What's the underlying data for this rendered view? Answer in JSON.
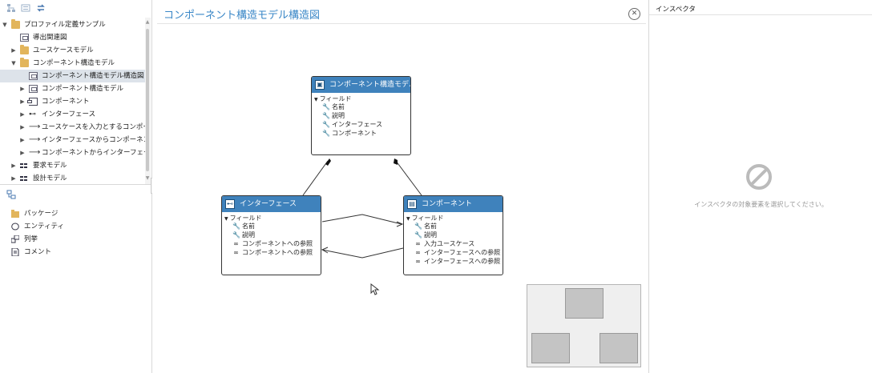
{
  "toolbar": {
    "icons": [
      "hierarchy-icon",
      "list-icon",
      "sync-icon"
    ]
  },
  "tree": {
    "items": [
      {
        "label": "プロファイル定義サンプル",
        "icon": "folder-icon"
      },
      {
        "label": "導出関連図",
        "icon": "diagram-icon"
      },
      {
        "label": "ユースケースモデル",
        "icon": "folder-icon"
      },
      {
        "label": "コンポーネント構造モデル",
        "icon": "folder-icon"
      },
      {
        "label": "コンポーネント構造モデル構造図",
        "icon": "diagram-icon"
      },
      {
        "label": "コンポーネント構造モデル",
        "icon": "component-model-icon"
      },
      {
        "label": "コンポーネント",
        "icon": "component-icon"
      },
      {
        "label": "インターフェース",
        "icon": "interface-icon"
      },
      {
        "label": "ユースケースを入力とするコンポーネ",
        "icon": "relation-arrow-icon"
      },
      {
        "label": "インターフェースからコンポーネントへ",
        "icon": "relation-arrow-icon"
      },
      {
        "label": "コンポーネントからインターフェースへ",
        "icon": "relation-arrow-icon"
      },
      {
        "label": "要求モデル",
        "icon": "grid-icon"
      },
      {
        "label": "設計モデル",
        "icon": "grid-icon"
      }
    ]
  },
  "palette": {
    "items": [
      {
        "label": "パッケージ",
        "icon": "package-icon"
      },
      {
        "label": "エンティティ",
        "icon": "entity-icon"
      },
      {
        "label": "列挙",
        "icon": "enumeration-icon"
      },
      {
        "label": "コメント",
        "icon": "comment-icon"
      }
    ]
  },
  "diagram": {
    "title": "コンポーネント構造モデル構造図",
    "close_glyph": "✕",
    "fields_label": "フィールド",
    "nodes": {
      "model": {
        "title": "コンポーネント構造モデル",
        "fields": [
          "名前",
          "説明",
          "インターフェース",
          "コンポーネント"
        ]
      },
      "interface": {
        "title": "インターフェース",
        "fields": [
          "名前",
          "説明",
          "コンポーネントへの参照",
          "コンポーネントへの参照"
        ]
      },
      "component": {
        "title": "コンポーネント",
        "fields": [
          "名前",
          "説明",
          "入力ユースケース",
          "インターフェースへの参照",
          "インターフェースへの参照"
        ]
      }
    }
  },
  "inspector": {
    "title": "インスペクタ",
    "empty_message": "インスペクタの対象要素を選択してください。"
  },
  "colors": {
    "accent": "#3a87c7",
    "node_header": "#3f82bc",
    "selection": "#dde3ea"
  }
}
